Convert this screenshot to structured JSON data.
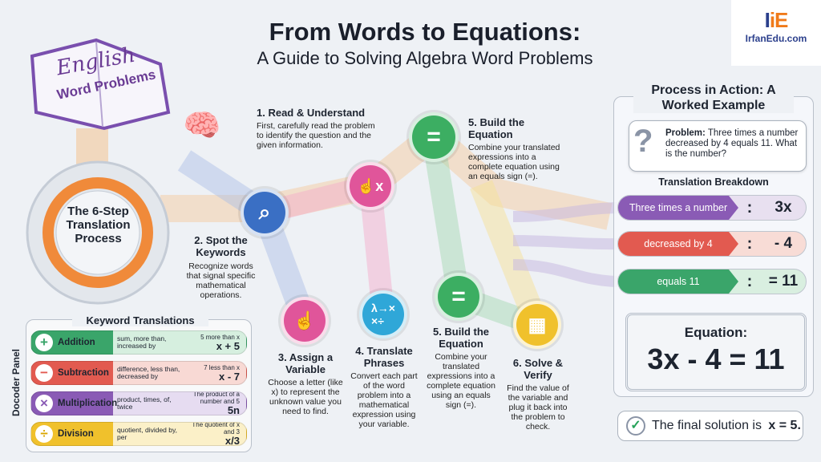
{
  "header": {
    "title": "From Words to Equations:",
    "subtitle": "A Guide to Solving Algebra Word Problems"
  },
  "logo": {
    "text": "IrfanEdu.com"
  },
  "book": {
    "line1": "English",
    "line2": "Word Problems"
  },
  "gear": {
    "label": "The 6-Step Translation Process"
  },
  "steps": [
    {
      "title": "1. Read & Understand",
      "text": "First, carefully read the problem to identify the question and the given information.",
      "icon": "brain-head-icon"
    },
    {
      "title": "2. Spot the Keywords",
      "text": "Recognize words that signal specific mathematical operations.",
      "icon": "magnifier-icon",
      "color": "#3a6fc4"
    },
    {
      "title": "3. Assign a Variable",
      "text": "Choose a letter (like x) to represent the unknown value you need to find.",
      "icon": "hand-pointer-icon",
      "color": "#e0559a"
    },
    {
      "title": "4. Translate Phrases",
      "text": "Convert each part of the word problem into a mathematical expression using your variable.",
      "icon": "symbols-icon",
      "color": "#2fa7d8"
    },
    {
      "title": "5. Build the Equation",
      "text": "Combine your translated expressions into a complete equation using an equals sign (=).",
      "icon": "equals-icon",
      "color": "#3cae62"
    },
    {
      "title": "6. Solve & Verify",
      "text": "Find the value of the variable and plug it back into the problem to check.",
      "icon": "calculator-icon",
      "color": "#f0c12c"
    }
  ],
  "top_step5": {
    "title": "5. Build the Equation",
    "text": "Combine your translated expressions into a complete equation using an equals sign (=)."
  },
  "keyword_panel": {
    "title": "Keyword Translations",
    "side_label": "Docoder Panel",
    "rows": [
      {
        "name": "Addition",
        "symbol": "+",
        "keywords": "sum, more than, increased by",
        "example": "5 more than x",
        "expr": "x + 5",
        "color": "#3aa56a",
        "light": "#d6efdf"
      },
      {
        "name": "Subtraction",
        "symbol": "−",
        "keywords": "difference, less than, decreased by",
        "example": "7 less than x",
        "expr": "x - 7",
        "color": "#e25a50",
        "light": "#f8d9d4"
      },
      {
        "name": "Multiplication",
        "symbol": "×",
        "keywords": "product, times, of, twice",
        "example": "The product of a number and 5",
        "expr": "5n",
        "color": "#8a5bb5",
        "light": "#e6dcf1"
      },
      {
        "name": "Division",
        "symbol": "÷",
        "keywords": "quotient, divided by, per",
        "example": "The quotient of x and 3",
        "expr": "x/3",
        "color": "#f0c12c",
        "light": "#fbf0c8"
      }
    ]
  },
  "example": {
    "title": "Process in Action: A Worked Example",
    "problem_label": "Problem:",
    "problem": "Three times a number decreased by 4 equals 11. What is the number?",
    "breakdown_label": "Translation Breakdown",
    "rows": [
      {
        "phrase": "Three times a number",
        "sep": ":",
        "value": "3x",
        "color": "#8a5bb5",
        "light": "#e8e0f0"
      },
      {
        "phrase": "decreased by 4",
        "sep": ":",
        "value": "- 4",
        "color": "#e25a50",
        "light": "#f8dcd6"
      },
      {
        "phrase": "equals 11",
        "sep": ":",
        "value": "= 11",
        "color": "#3aa56a",
        "light": "#d9efe0"
      }
    ],
    "equation_label": "Equation:",
    "equation": "3x - 4 = 11",
    "solution_prefix": "The final solution is ",
    "solution_value": "x = 5."
  }
}
